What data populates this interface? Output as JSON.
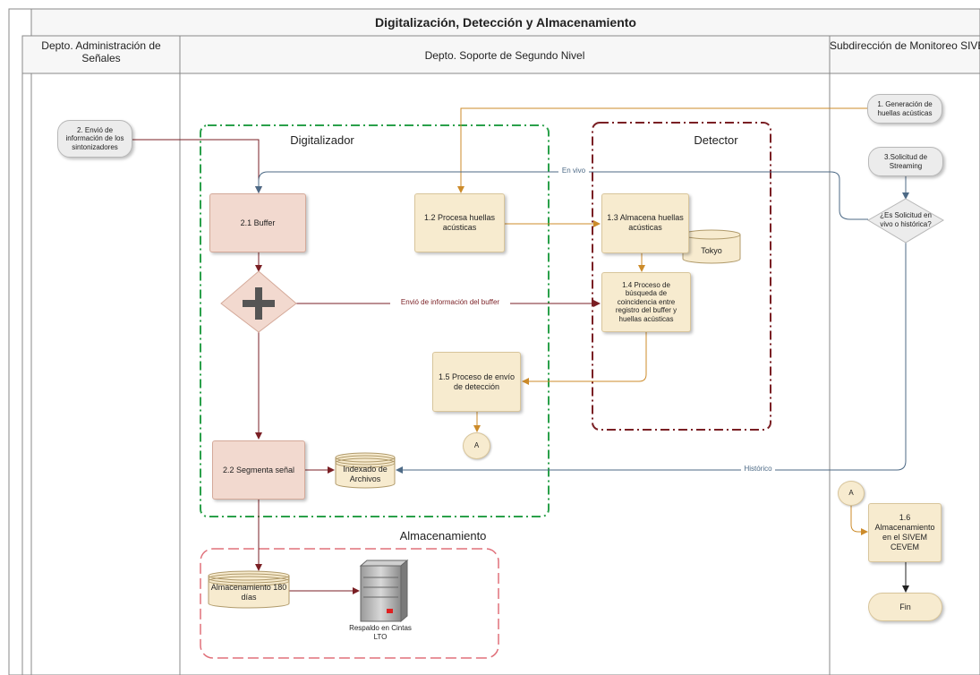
{
  "title": "Digitalización, Detección y Almacenamiento",
  "lanes": {
    "left": "Depto. Administración de Señales",
    "middle": "Depto. Soporte de Segundo Nivel",
    "right": "Subdirección de Monitoreo SIVEM"
  },
  "groups": {
    "digitalizador": "Digitalizador",
    "detector": "Detector",
    "almacenamiento": "Almacenamiento"
  },
  "nodes": {
    "envio_info": "2. Envió de información de los sintonizadores",
    "generacion": "1. Generación de huellas acústicas",
    "solicitud_streaming": "3.Solicitud de Streaming",
    "es_solicitud": "¿Es Solicitud en vivo o histórica?",
    "buffer": "2.1 Buffer",
    "procesa_huellas": "1.2 Procesa huellas acústicas",
    "almacena_huellas": "1.3 Almacena huellas acústicas",
    "tokyo": "Tokyo",
    "proceso_busqueda": "1.4 Proceso de búsqueda de coincidencia entre registro del buffer y huellas acústicas",
    "proceso_envio": "1.5 Proceso de envío de detección",
    "connector_a1": "A",
    "segmenta": "2.2 Segmenta señal",
    "indexado": "Indexado de Archivos",
    "almacenamiento_180": "Almacenamiento 180 días",
    "respaldo": "Respaldo en Cintas LTO",
    "connector_a2": "A",
    "almacenamiento_sivem": "1.6 Almacenamiento en el SIVEM CEVEM",
    "fin": "Fin"
  },
  "edge_labels": {
    "en_vivo": "En vivo",
    "envio_buffer": "Envió de información del buffer",
    "historico": "Histórico"
  },
  "colors": {
    "dark_red": "#7a1f24",
    "orange": "#cc8b2a",
    "blue": "#4d6a86",
    "green_dash": "#2aa04a",
    "maroon_dash": "#7a1f24",
    "pink_dash": "#e0707a",
    "lane_border": "#888888"
  }
}
